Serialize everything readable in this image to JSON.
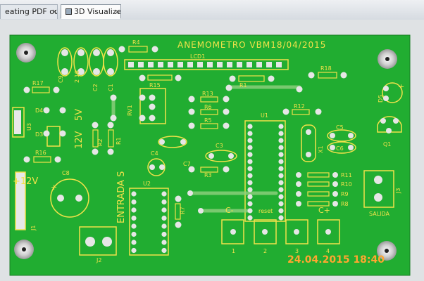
{
  "tabs": [
    {
      "label": "eating PDF output...",
      "close": "×"
    },
    {
      "label": "3D Visualizer",
      "close": "×"
    }
  ],
  "board": {
    "title": "ANEMOMETRO VBM18/04/2015",
    "lcd": "LCD1",
    "labels": {
      "r4": "R4",
      "r15": "R15",
      "r17": "R17",
      "r18": "R18",
      "r13": "R13",
      "r6": "R6",
      "r5": "R5",
      "r12": "R12",
      "r3": "R3",
      "r1": "R1",
      "r2": "R2",
      "r7": "R7",
      "r16": "R16",
      "r11": "R11",
      "r10": "R10",
      "r9": "R9",
      "r8": "R8",
      "c9": "C9",
      "c10": "2 10",
      "c2": "C2",
      "c1": "C1",
      "c3": "C3",
      "c4": "C4",
      "c5": "C5",
      "c6": "C6",
      "c7": "C7",
      "c8": "C8",
      "rv1": "RV1",
      "u1": "U1",
      "u2": "U2",
      "u3": "U3",
      "x1": "X1",
      "q1": "Q1",
      "d5": "D5",
      "d3": "D3",
      "d4": "D4",
      "v5": "5V",
      "v12": "12V",
      "in12": "+12V",
      "entrada": "ENTRADA S",
      "salida": "SALIDA",
      "j1": "J1",
      "j2": "J2",
      "j3": "J3",
      "reset": "reset",
      "sw3": "C-",
      "sw4": "C+",
      "n1": "1",
      "n2": "2",
      "n3": "3",
      "n4": "4",
      "plus": "+"
    }
  },
  "timestamp": "24.04.2015  18:40",
  "colors": {
    "pcb": "#21ad31",
    "silk": "#f2e24a",
    "pad": "#e6e6e6"
  }
}
